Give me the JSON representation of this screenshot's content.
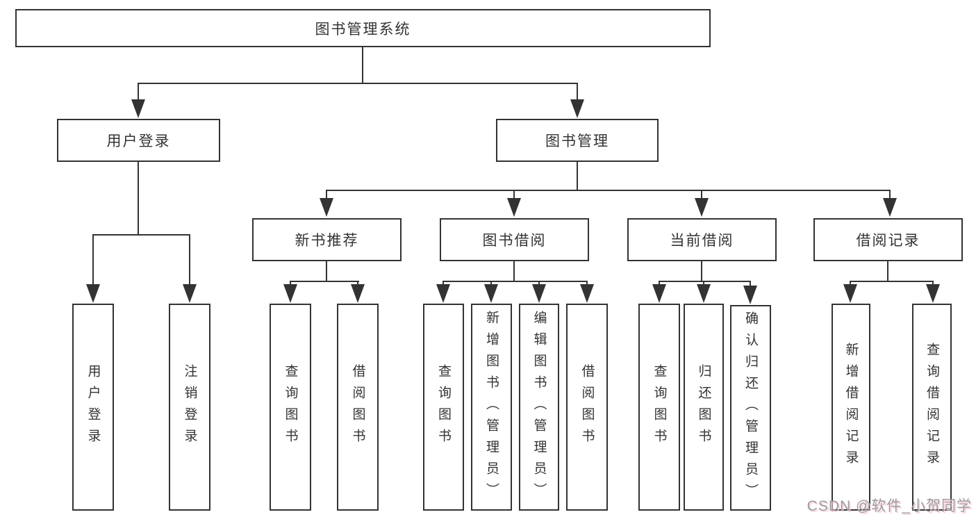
{
  "diagram": {
    "title": "图书管理系统",
    "root": {
      "label": "图书管理系统"
    },
    "level2": [
      {
        "label": "用户登录"
      },
      {
        "label": "图书管理"
      }
    ],
    "level3": [
      {
        "label": "新书推荐"
      },
      {
        "label": "图书借阅"
      },
      {
        "label": "当前借阅"
      },
      {
        "label": "借阅记录"
      }
    ],
    "leaves": {
      "user_login": [
        "用户登录",
        "注销登录"
      ],
      "new_book": [
        "查询图书",
        "借阅图书"
      ],
      "book_borrow": [
        "查询图书",
        "新增图书（管理员）",
        "编辑图书（管理员）",
        "借阅图书"
      ],
      "current_borrow": [
        "查询图书",
        "归还图书",
        "确认归还（管理员）"
      ],
      "borrow_record": [
        "新增借阅记录",
        "查询借阅记录"
      ]
    }
  },
  "watermark": {
    "text": "CSDN @软件_小贺同学"
  },
  "colors": {
    "line": "#333333",
    "text": "#333333",
    "background": "#ffffff",
    "watermark_text": "#9c9c9c",
    "watermark_shadow": "#fac8d6"
  }
}
